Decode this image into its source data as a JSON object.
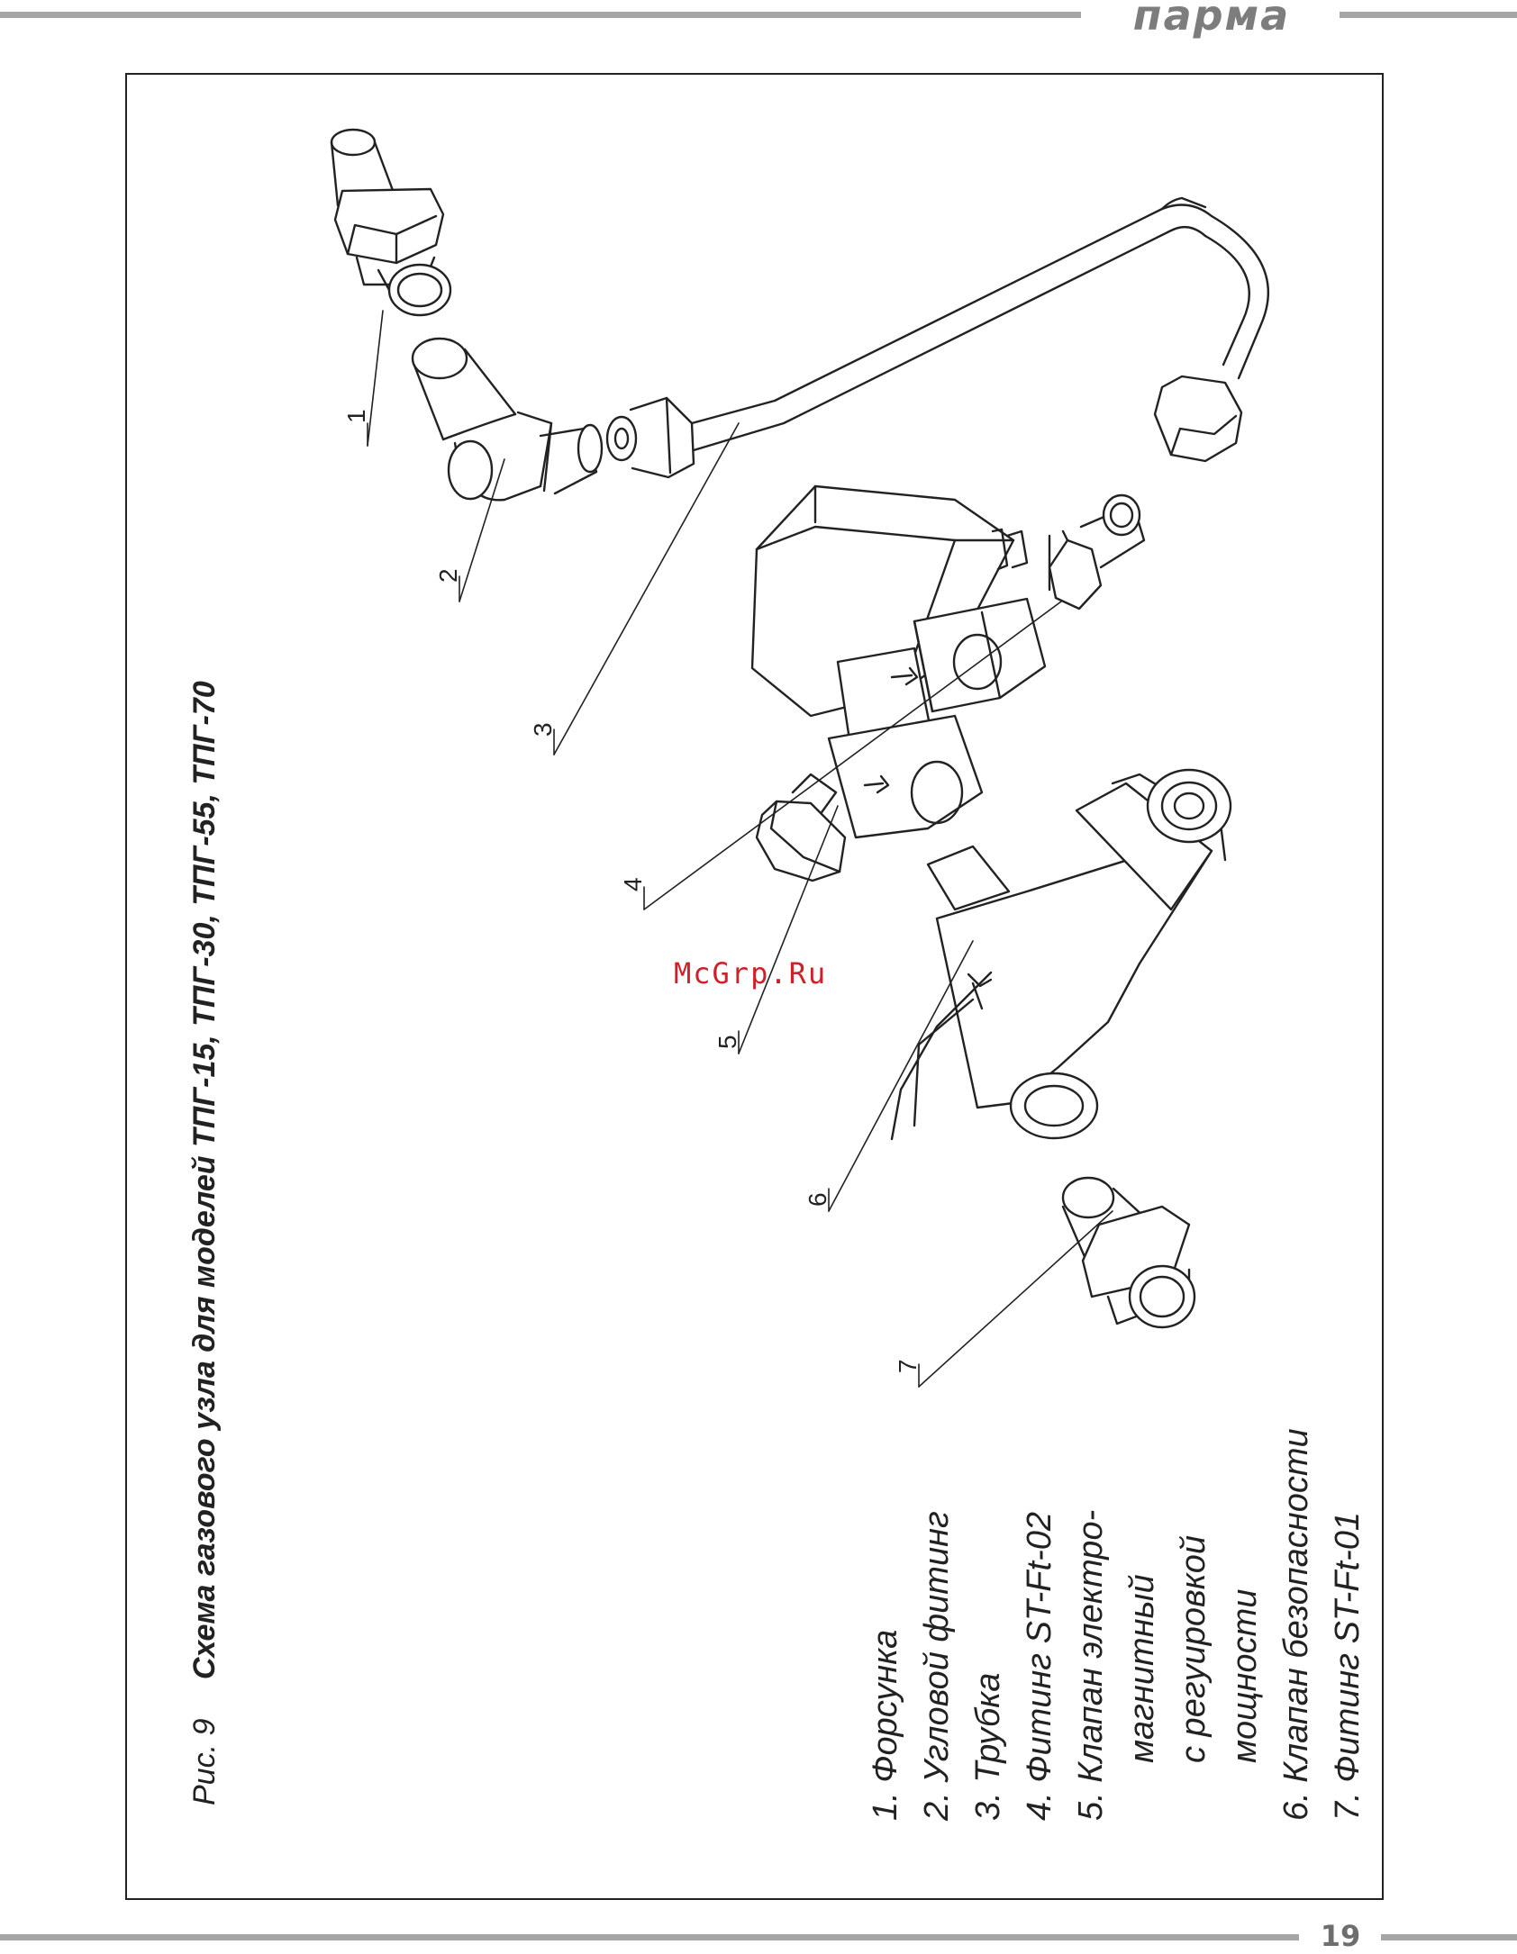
{
  "header": {
    "brand": "парма"
  },
  "figure": {
    "label": "Рис. 9",
    "title": "Схема газового узла для моделей ТПГ-15, ТПГ-30, ТПГ-55, ТПГ-70"
  },
  "callouts": [
    "1",
    "2",
    "3",
    "4",
    "5",
    "6",
    "7"
  ],
  "legend": {
    "items": [
      {
        "lines": [
          "1. Форсунка"
        ]
      },
      {
        "lines": [
          "2. Угловой фитинг"
        ]
      },
      {
        "lines": [
          "3. Трубка"
        ]
      },
      {
        "lines": [
          "4. Фитинг ST-Ft-02"
        ]
      },
      {
        "lines": [
          "5. Клапан электро-",
          "магнитный",
          "с регуировкой",
          "мощности"
        ]
      },
      {
        "lines": [
          "6. Клапан безопасности"
        ]
      },
      {
        "lines": [
          "7. Фитинг ST-Ft-01"
        ]
      }
    ]
  },
  "watermark": "McGrp.Ru",
  "footer": {
    "page_number": "19"
  }
}
